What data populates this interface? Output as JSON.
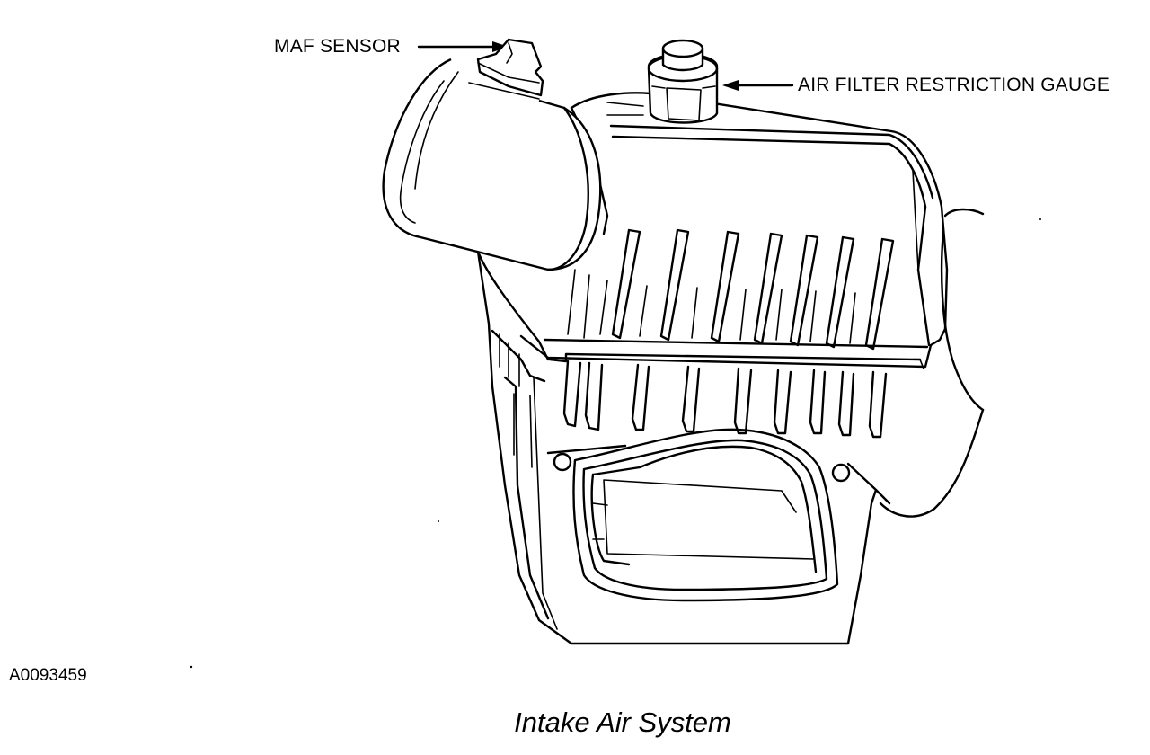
{
  "labels": {
    "maf_sensor": "MAF SENSOR",
    "restriction_gauge": "AIR FILTER RESTRICTION GAUGE"
  },
  "figure_id": "A0093459",
  "caption": "Intake Air System",
  "colors": {
    "line": "#000000",
    "background": "#ffffff"
  }
}
